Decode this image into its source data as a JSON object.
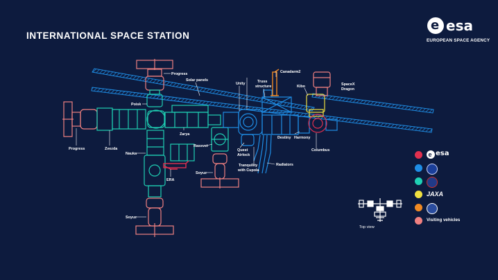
{
  "title": "INTERNATIONAL SPACE STATION",
  "logo": {
    "mark": "e",
    "word": "esa",
    "subtitle": "EUROPEAN SPACE AGENCY"
  },
  "labels": {
    "progress_top": "Progress",
    "solar_panels": "Solar panels",
    "poisk": "Poisk",
    "unity": "Unity",
    "truss_1": "Truss",
    "truss_2": "structure",
    "canadarm2": "Canadarm2",
    "kibo": "Kibo",
    "spacex_1": "SpaceX",
    "spacex_2": "Dragon",
    "progress_left": "Progress",
    "zvezda": "Zvezda",
    "zarya": "Zarya",
    "rassvet": "Rassvet",
    "nauka": "Nauka",
    "quest_1": "Quest",
    "quest_2": "Airlock",
    "destiny": "Destiny",
    "harmony": "Harmony",
    "columbus": "Columbus",
    "soyuz_right": "Soyuz",
    "era": "ERA",
    "tranquility_1": "Tranquility",
    "tranquility_2": "with Cupola",
    "radiators": "Radiators",
    "soyuz_bottom": "Soyuz"
  },
  "legend": [
    {
      "color": "#e1304f",
      "agency": "esa",
      "icon": "esa-logo-icon"
    },
    {
      "color": "#1f8ee6",
      "agency": "NASA",
      "icon": "nasa-logo-icon"
    },
    {
      "color": "#1fd0b4",
      "agency": "Roscosmos",
      "icon": "roscosmos-logo-icon"
    },
    {
      "color": "#f0e040",
      "agency": "JAXA",
      "icon": "jaxa-logo-icon"
    },
    {
      "color": "#f08a24",
      "agency": "CSA",
      "icon": "csa-logo-icon"
    },
    {
      "color": "#f08080",
      "label": "Visiting vehicles",
      "icon": "visiting-vehicles-dot"
    }
  ],
  "top_view_label": "Top view",
  "colors": {
    "background": "#0d1b3e",
    "esa": "#e1304f",
    "nasa": "#1f8ee6",
    "roscosmos": "#1fd0b4",
    "jaxa": "#f0e040",
    "csa": "#f08a24",
    "visiting": "#f08080"
  }
}
